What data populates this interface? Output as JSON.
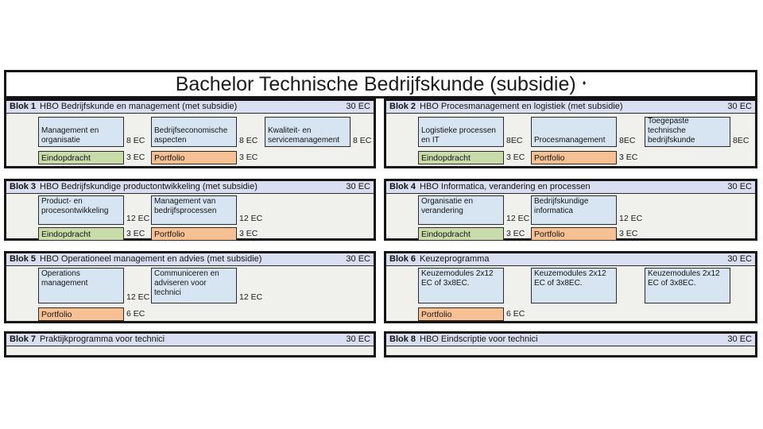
{
  "title": {
    "text": "Bachelor Technische Bedrijfskunde (subsidie)",
    "mark": "♦"
  },
  "colors": {
    "block_header": "#d9def0",
    "course_box": "#d7e4f1",
    "final_assignment_box": "#c8dcaa",
    "portfolio_box": "#f6c093",
    "block_body": "#f0f1ec",
    "border": "#141414"
  },
  "blocks": [
    {
      "id": "Blok 1",
      "name": "HBO Bedrijfskunde en management (met subsidie)",
      "ec": "30 EC",
      "courses": [
        {
          "label": "Management en organisatie",
          "ec": "8 EC"
        },
        {
          "label": "Bedrijfseconomische aspecten",
          "ec": "8 EC"
        },
        {
          "label": "Kwaliteit- en servicemanagement",
          "ec": "8 EC"
        }
      ],
      "bottom": [
        {
          "label": "Eindopdracht",
          "ec": "3 EC",
          "type": "green",
          "col": 0
        },
        {
          "label": "Portfolio",
          "ec": "3 EC",
          "type": "orange",
          "col": 1
        }
      ]
    },
    {
      "id": "Blok 2",
      "name": "HBO Procesmanagement en logistiek (met subsidie)",
      "ec": "30 EC",
      "courses": [
        {
          "label": "Logistieke processen en IT",
          "ec": "8EC"
        },
        {
          "label": "Procesmanagement",
          "ec": "8EC"
        },
        {
          "label": "Toegepaste technische bedrijfskunde",
          "ec": "8EC"
        }
      ],
      "bottom": [
        {
          "label": "Eindopdracht",
          "ec": "3 EC",
          "type": "green",
          "col": 0
        },
        {
          "label": "Portfolio",
          "ec": "3 EC",
          "type": "orange",
          "col": 1
        }
      ]
    },
    {
      "id": "Blok 3",
      "name": "HBO Bedrijfskundige productontwikkeling (met subsidie)",
      "ec": "30 EC",
      "courses": [
        {
          "label": "Product- en procesontwikkeling",
          "ec": "12 EC"
        },
        {
          "label": "Management van bedrijfsprocessen",
          "ec": "12 EC"
        }
      ],
      "bottom": [
        {
          "label": "Eindopdracht",
          "ec": "3 EC",
          "type": "green",
          "col": 0
        },
        {
          "label": "Portfolio",
          "ec": "3 EC",
          "type": "orange",
          "col": 1
        }
      ]
    },
    {
      "id": "Blok 4",
      "name": "HBO Informatica, verandering en processen",
      "ec": "30 EC",
      "courses": [
        {
          "label": "Organisatie en verandering",
          "ec": "12 EC"
        },
        {
          "label": "Bedrijfskundige informatica",
          "ec": "12 EC"
        }
      ],
      "bottom": [
        {
          "label": "Eindopdracht",
          "ec": "3 EC",
          "type": "green",
          "col": 0
        },
        {
          "label": "Portfolio",
          "ec": "3 EC",
          "type": "orange",
          "col": 1
        }
      ]
    },
    {
      "id": "Blok 5",
      "name": "HBO Operationeel management en advies (met subsidie)",
      "ec": "30 EC",
      "courses": [
        {
          "label": "Operations management",
          "ec": "12 EC"
        },
        {
          "label": "Communiceren en adviseren voor technici",
          "ec": "12 EC"
        }
      ],
      "bottom": [
        {
          "label": "Portfolio",
          "ec": "6 EC",
          "type": "orange",
          "col": 0
        }
      ]
    },
    {
      "id": "Blok 6",
      "name": "Keuzeprogramma",
      "ec": "30 EC",
      "courses": [
        {
          "label": "Keuzemodules 2x12 EC of 3x8EC.",
          "ec": null
        },
        {
          "label": "Keuzemodules 2x12 EC of 3x8EC.",
          "ec": null
        },
        {
          "label": "Keuzemodules 2x12 EC of 3x8EC.",
          "ec": null
        }
      ],
      "bottom": [
        {
          "label": "Portfolio",
          "ec": "6 EC",
          "type": "orange",
          "col": 0
        }
      ]
    },
    {
      "id": "Blok 7",
      "name": "Praktijkprogramma voor technici",
      "ec": "30 EC",
      "courses": [],
      "bottom": []
    },
    {
      "id": "Blok 8",
      "name": "HBO Eindscriptie voor technici",
      "ec": "30 EC",
      "courses": [],
      "bottom": []
    }
  ]
}
